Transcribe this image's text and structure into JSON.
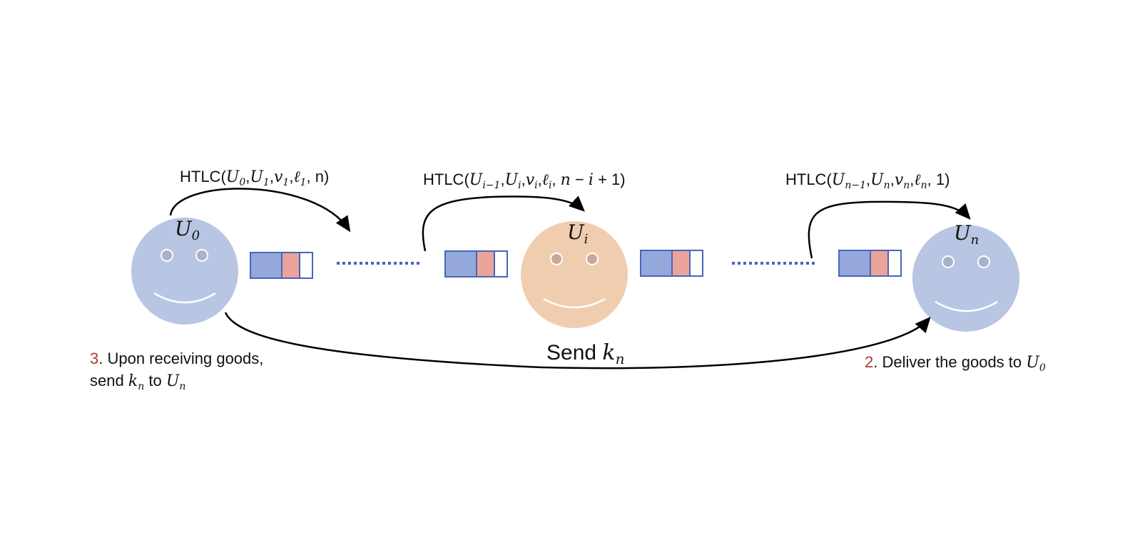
{
  "colors": {
    "blue_face": "#b8c5e3",
    "orange_face": "#f1cdb0",
    "eye_fill": "#a8b2c8",
    "eye_fill_orange": "#c9a898",
    "bar_blue": "#95a8db",
    "bar_red": "#eba39a",
    "bar_border": "#4866b8",
    "dots": "#4866b8",
    "step_number": "#b03a2e",
    "arrow": "#000000"
  },
  "nodes": {
    "u0": {
      "base": "U",
      "sub": "0",
      "icon": "smiley-face-blue"
    },
    "ui": {
      "base": "U",
      "sub": "i",
      "icon": "smiley-face-orange"
    },
    "un": {
      "base": "U",
      "sub": "n",
      "icon": "smiley-face-blue"
    }
  },
  "htlc_labels": {
    "first": {
      "prefix": "HTLC(",
      "args": [
        "U",
        "0",
        ",",
        "U",
        "1",
        ",",
        "v",
        "1",
        ",",
        "ℓ",
        "1"
      ],
      "suffix": ", n)"
    },
    "middle": {
      "prefix": "HTLC(",
      "suffix": ")"
    },
    "last": {
      "prefix": "HTLC(",
      "suffix": ", 1)"
    }
  },
  "send_label": {
    "word": "Send",
    "var": "k",
    "sub": "n"
  },
  "step3": {
    "number": "3",
    "line1": ". Upon receiving goods,",
    "line2_prefix": "send",
    "line2_mid": "to"
  },
  "step2": {
    "number": "2",
    "text": ". Deliver the goods to"
  }
}
